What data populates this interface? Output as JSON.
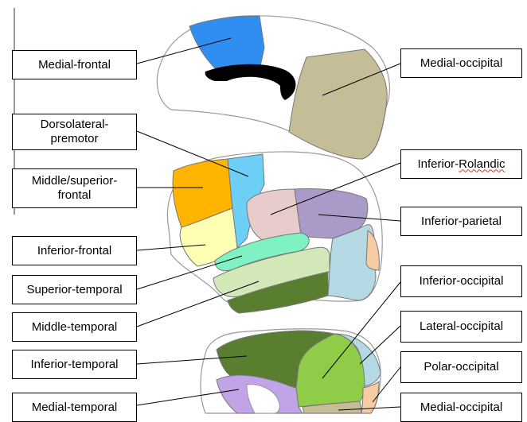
{
  "labels": {
    "medial_frontal": "Medial-frontal",
    "medial_occipital_top": "Medial-occipital",
    "dorsolateral_premotor_line1": "Dorsolateral-",
    "dorsolateral_premotor_line2": "premotor",
    "middle_superior_frontal_line1": "Middle/superior-",
    "middle_superior_frontal_line2": "frontal",
    "inferior_rolandic_prefix": "Inferior-",
    "inferior_rolandic_suffix": "Rolandic",
    "inferior_parietal": "Inferior-parietal",
    "inferior_frontal": "Inferior-frontal",
    "superior_temporal": "Superior-temporal",
    "middle_temporal": "Middle-temporal",
    "inferior_occipital": "Inferior-occipital",
    "lateral_occipital": "Lateral-occipital",
    "inferior_temporal": "Inferior-temporal",
    "polar_occipital": "Polar-occipital",
    "medial_temporal": "Medial-temporal",
    "medial_occipital_bottom": "Medial-occipital"
  },
  "colors": {
    "medial_frontal": "#2f8ef0",
    "corpus_callosum": "#000000",
    "medial_occipital": "#c4bd97",
    "dorsolateral_premotor": "#6dcff6",
    "middle_superior_frontal": "#ffb400",
    "inferior_frontal": "#ffffb4",
    "inferior_rolandic": "#e8cccc",
    "inferior_parietal": "#a99ac8",
    "superior_temporal": "#7ef2c2",
    "middle_temporal": "#d2e8b8",
    "inferior_temporal": "#5a7e30",
    "inferior_occipital": "#8fcc48",
    "lateral_occipital": "#b4d8e4",
    "polar_occipital": "#f7cba4",
    "medial_temporal": "#c0a4e6"
  }
}
